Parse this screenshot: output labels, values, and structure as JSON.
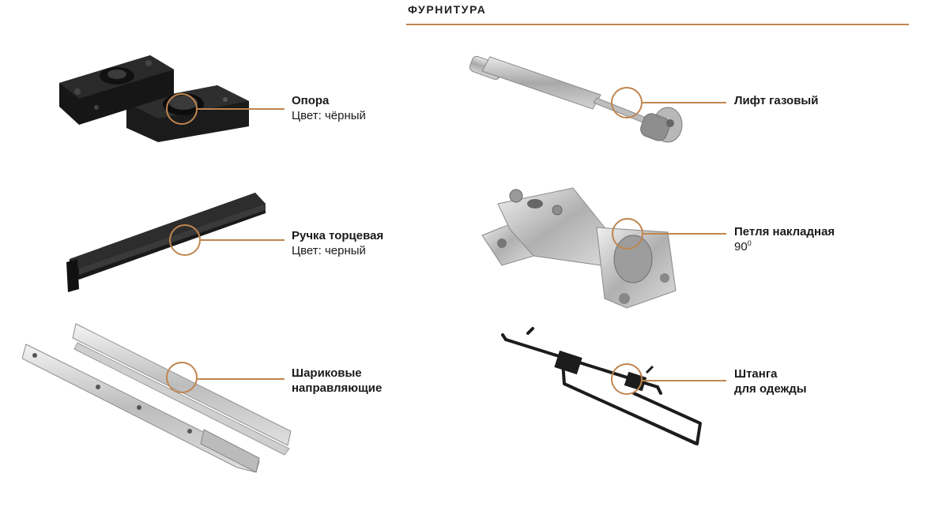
{
  "section": {
    "title": "ФУРНИТУРА"
  },
  "accent_color": "#c0854f",
  "items": [
    {
      "id": "opora",
      "name": "Опора",
      "sub": "Цвет: чёрный",
      "image": "furniture-support-foot"
    },
    {
      "id": "lift",
      "name": "Лифт газовый",
      "sub": "",
      "image": "gas-lift"
    },
    {
      "id": "handle",
      "name": "Ручка торцевая",
      "sub": "Цвет: черный",
      "image": "edge-handle-profile"
    },
    {
      "id": "hinge",
      "name": "Петля накладная",
      "sub": "90",
      "sub_sup": "0",
      "image": "overlay-hinge"
    },
    {
      "id": "slides",
      "name_line1": "Шариковые",
      "name_line2": "направляющие",
      "image": "ball-bearing-slides"
    },
    {
      "id": "rail",
      "name_line1": "Штанга",
      "name_line2": "для одежды",
      "image": "clothes-rail"
    }
  ]
}
